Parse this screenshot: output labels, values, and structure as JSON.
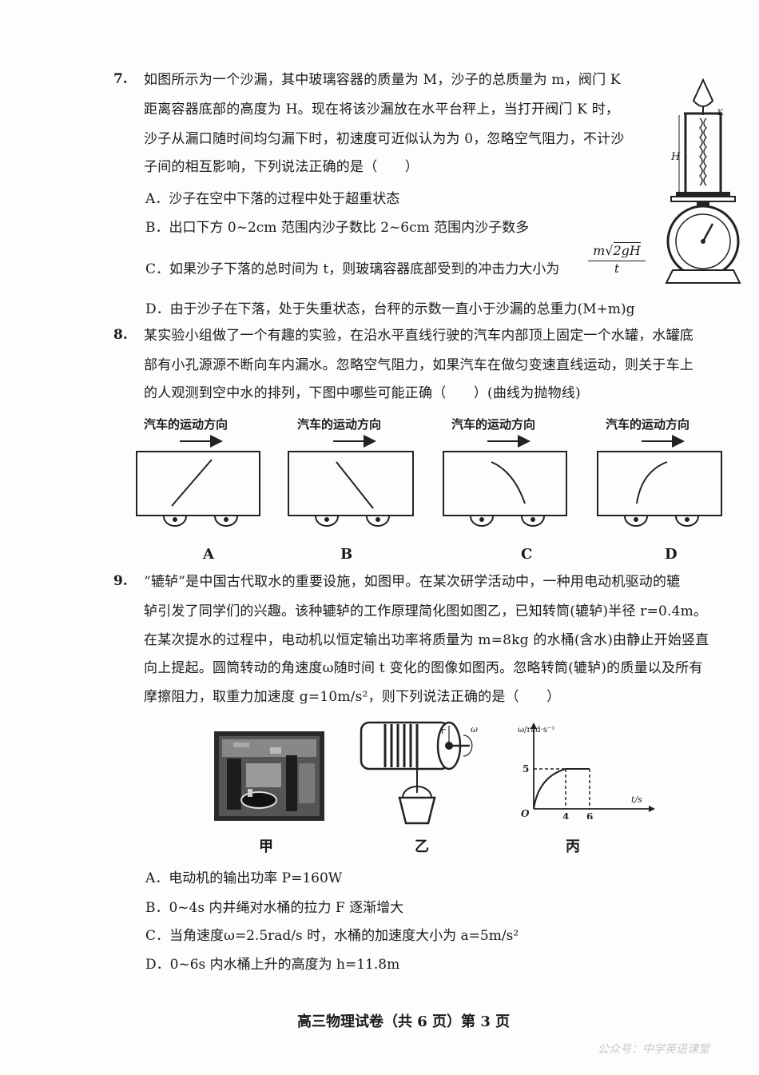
{
  "q7": {
    "number": "7.",
    "lines": [
      "如图所示为一个沙漏，其中玻璃容器的质量为 M，沙子的总质量为 m，阀门 K",
      "距离容器底部的高度为 H。现在将该沙漏放在水平台秤上，当打开阀门 K 时，",
      "沙子从漏口随时间均匀漏下时，初速度可近似认为为 0，忽略空气阻力，不计沙",
      "子间的相互影响，下列说法正确的是（　　）"
    ],
    "options": {
      "A": "A．沙子在空中下落的过程中处于超重状态",
      "B": "B．出口下方 0~2cm 范围内沙子数比 2~6cm 范围内沙子数多",
      "C": "C．如果沙子下落的总时间为 t，则玻璃容器底部受到的冲击力大小为",
      "C_num_m": "m",
      "C_num_sqrt": "2gH",
      "C_den": "t",
      "D": "D．由于沙子在下落，处于失重状态，台秤的示数一直小于沙漏的总重力(M+m)g"
    },
    "fig_labels": {
      "K": "K",
      "H": "H"
    }
  },
  "q8": {
    "number": "8.",
    "lines": [
      "某实验小组做了一个有趣的实验，在沿水平直线行驶的汽车内部顶上固定一个水罐，水罐底",
      "部有小孔源源不断向车内漏水。忽略空气阻力，如果汽车在做匀变速直线运动，则关于车上",
      "的人观测到空中水的排列，下图中哪些可能正确（　　）(曲线为抛物线)"
    ],
    "direction_label": "汽车的运动方向",
    "fig_letters": [
      "A",
      "B",
      "C",
      "D"
    ]
  },
  "q9": {
    "number": "9.",
    "lines": [
      "“辘轳”是中国古代取水的重要设施，如图甲。在某次研学活动中，一种用电动机驱动的辘",
      "轳引发了同学们的兴趣。该种辘轳的工作原理简化图如图乙，已知转筒(辘轳)半径 r=0.4m。",
      "在某次提水的过程中，电动机以恒定输出功率将质量为 m=8kg 的水桶(含水)由静止开始竖直",
      "向上提起。圆筒转动的角速度ω随时间 t 变化的图像如图丙。忽略转筒(辘轳)的质量以及所有",
      "摩擦阻力，取重力加速度 g=10m/s²，则下列说法正确的是（　　）"
    ],
    "captions": [
      "甲",
      "乙",
      "丙"
    ],
    "graph": {
      "ylabel": "ω/rad·s⁻¹",
      "xlabel": "t/s",
      "origin": "O",
      "y_tick": "5",
      "x_ticks": [
        "4",
        "6"
      ]
    },
    "fig_r_label": "r",
    "fig_omega_label": "ω",
    "options": {
      "A": "A．电动机的输出功率 P=160W",
      "B": "B．0~4s 内井绳对水桶的拉力 F 逐渐增大",
      "C": "C．当角速度ω=2.5rad/s 时，水桶的加速度大小为 a=5m/s²",
      "D": "D．0~6s 内水桶上升的高度为 h=11.8m"
    }
  },
  "footer": "高三物理试卷（共 6 页）第 3 页",
  "watermark": "公众号：中学英语课堂"
}
